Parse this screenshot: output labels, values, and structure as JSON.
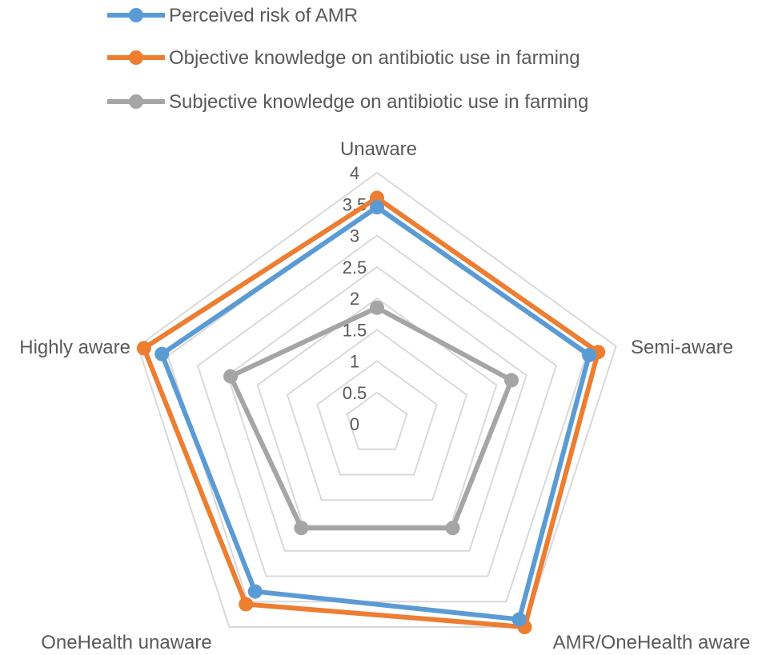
{
  "chart_data": {
    "type": "radar",
    "title": "",
    "categories": [
      "Unaware",
      "Semi-aware",
      "AMR/OneHealth aware",
      "OneHealth unaware",
      "Highly aware"
    ],
    "rlim": [
      0,
      4
    ],
    "ticks": [
      "0",
      "0.5",
      "1",
      "1.5",
      "2",
      "2.5",
      "3",
      "3.5",
      "4"
    ],
    "tick_values": [
      0,
      0.5,
      1,
      1.5,
      2,
      2.5,
      3,
      3.5,
      4
    ],
    "grid": true,
    "legend_position": "top",
    "series": [
      {
        "name": "Perceived risk of AMR",
        "color": "#5B9BD5",
        "values": [
          3.45,
          3.55,
          3.85,
          3.3,
          3.6
        ]
      },
      {
        "name": "Objective knowledge on antibiotic use in farming",
        "color": "#ED7D31",
        "values": [
          3.6,
          3.7,
          4.0,
          3.55,
          3.9
        ]
      },
      {
        "name": "Subjective knowledge on antibiotic use in farming",
        "color": "#A5A5A5",
        "values": [
          1.85,
          2.25,
          2.05,
          2.05,
          2.45
        ]
      }
    ]
  }
}
